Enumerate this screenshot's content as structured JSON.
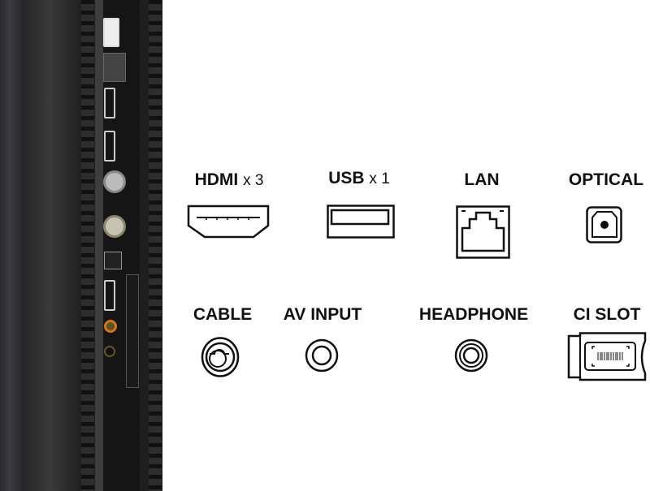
{
  "connectors": {
    "hdmi": {
      "label": "HDMI",
      "count": "x 3",
      "icon": "hdmi-port-icon"
    },
    "usb": {
      "label": "USB",
      "count": "x 1",
      "icon": "usb-port-icon"
    },
    "lan": {
      "label": "LAN",
      "icon": "lan-port-icon"
    },
    "optical": {
      "label": "OPTICAL",
      "icon": "optical-port-icon"
    },
    "cable": {
      "label": "CABLE",
      "icon": "coax-port-icon"
    },
    "av_input": {
      "label": "AV INPUT",
      "icon": "av-jack-icon"
    },
    "headphone": {
      "label": "HEADPHONE",
      "icon": "headphone-jack-icon"
    },
    "ci_slot": {
      "label": "CI SLOT",
      "icon": "ci-card-icon"
    }
  },
  "colors": {
    "tv_body": "#1e1e1e",
    "av_port_accent": "#d9731a",
    "text": "#111111"
  }
}
